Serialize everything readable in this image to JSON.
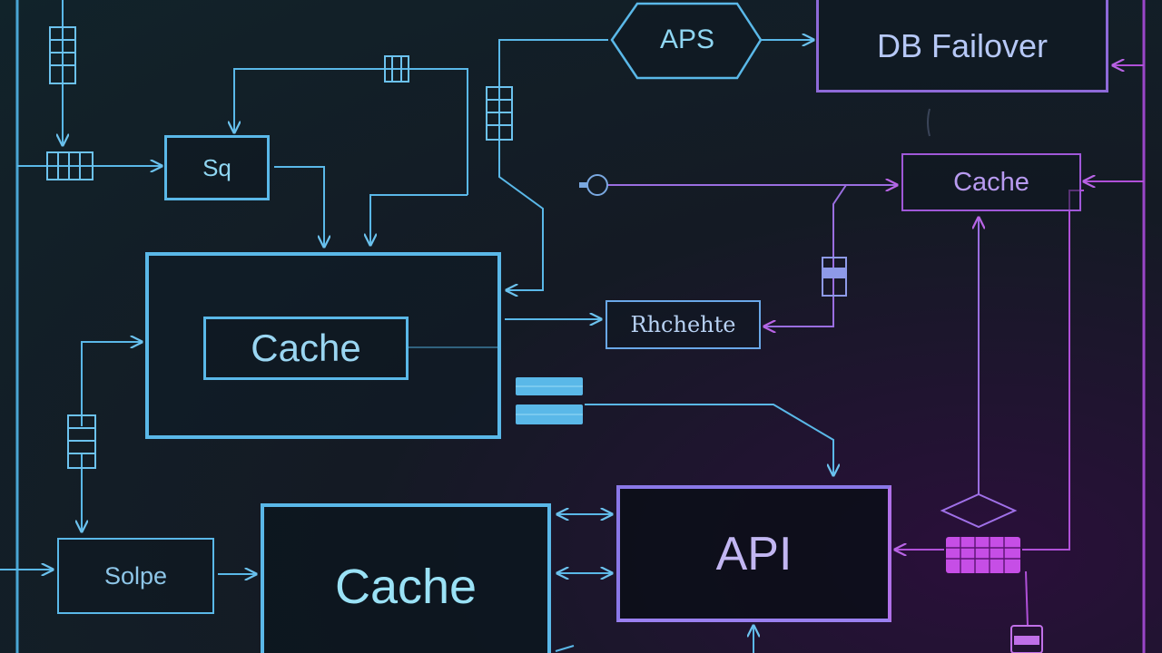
{
  "nodes": {
    "aps": "APS",
    "db_failover": "DB Failover",
    "sq": "Sq",
    "cache_main": "Cache",
    "cache_right": "Cache",
    "rhchehte": "Rhchehte",
    "solpe": "Solpe",
    "cache_bottom": "Cache",
    "api": "API"
  },
  "colors": {
    "background": "#141a24",
    "blue": "#5ab8e8",
    "violet": "#8e6ad8",
    "purple": "#b050d8",
    "magenta": "#d65cf0"
  }
}
